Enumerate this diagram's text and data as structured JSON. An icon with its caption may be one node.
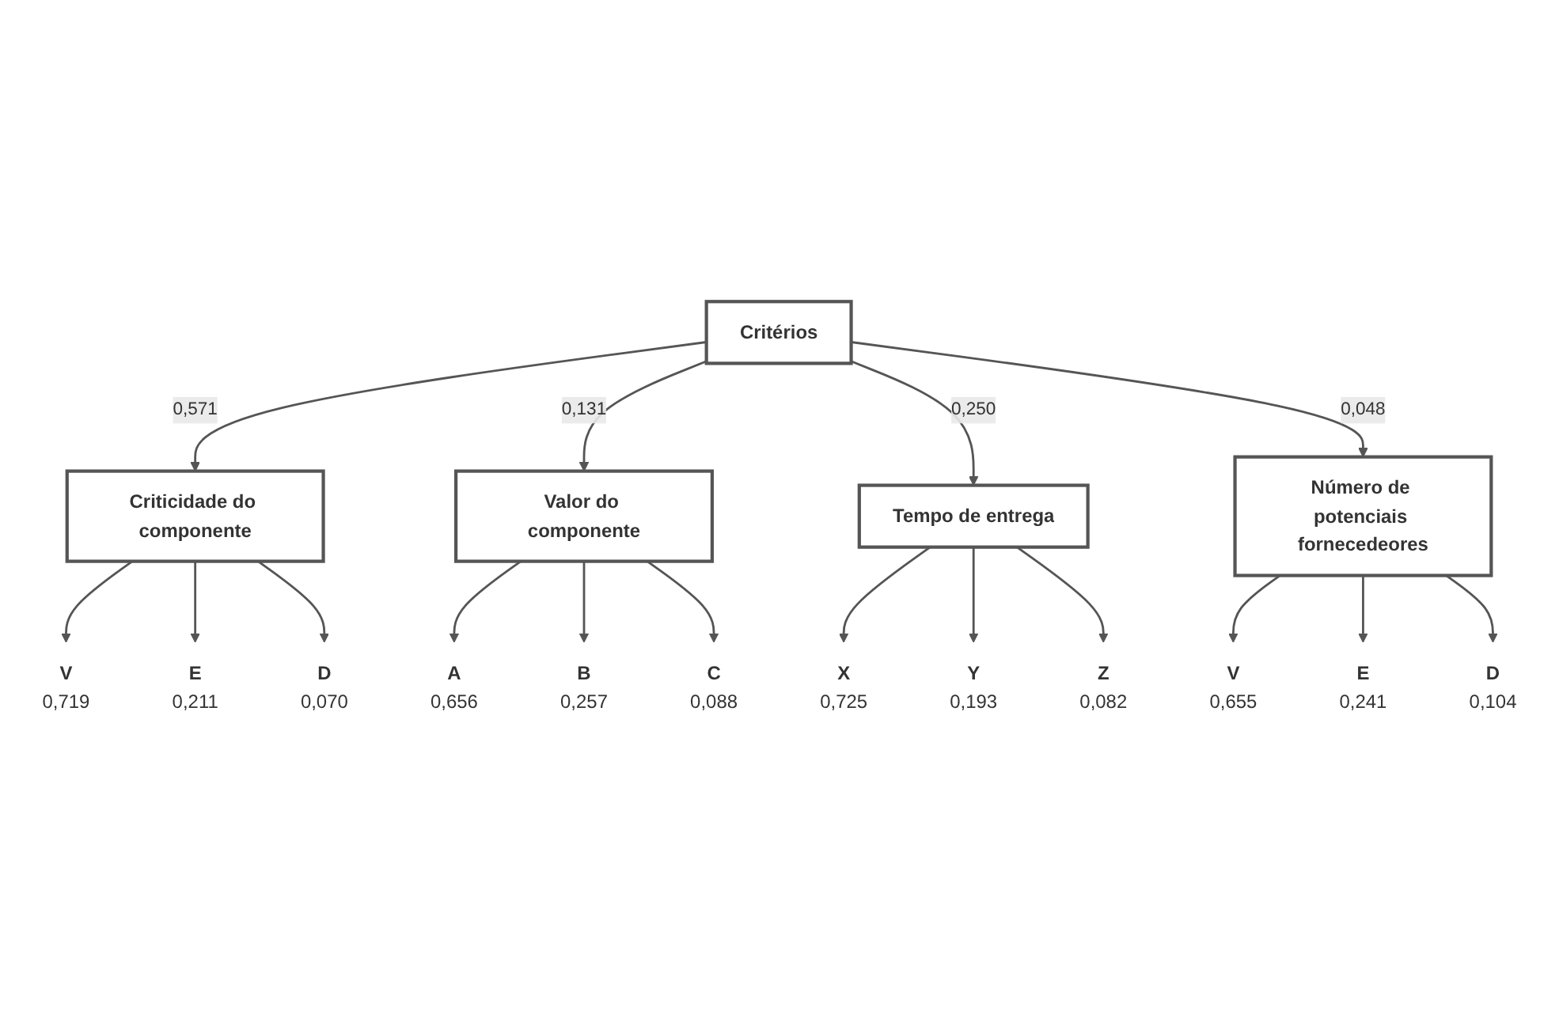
{
  "diagram": {
    "nodes": [
      {
        "text": [
          "Critérios"
        ]
      },
      {
        "text": [
          "Criticidade do componente"
        ]
      },
      {
        "text": [
          "Valor do componente"
        ]
      },
      {
        "text": [
          "Tempo de entrega"
        ]
      },
      {
        "text": [
          "Número de potenciais fornecedeores"
        ]
      },
      {
        "text": [
          "V"
        ],
        "beside": [
          "0,719"
        ]
      },
      {
        "text": [
          "E"
        ],
        "beside": [
          "0,211"
        ]
      },
      {
        "text": [
          "D"
        ],
        "beside": [
          "0,070"
        ]
      },
      {
        "text": [
          "A"
        ],
        "beside": [
          "0,656"
        ]
      },
      {
        "text": [
          "B"
        ],
        "beside": [
          "0,257"
        ]
      },
      {
        "text": [
          "C"
        ],
        "beside": [
          "0,088"
        ]
      },
      {
        "text": [
          "X"
        ],
        "beside": [
          "0,725"
        ]
      },
      {
        "text": [
          "Y"
        ],
        "beside": [
          "0,193"
        ]
      },
      {
        "text": [
          "Z"
        ],
        "beside": [
          "0,082"
        ]
      },
      {
        "text": [
          "V"
        ],
        "beside": [
          "0,655"
        ]
      },
      {
        "text": [
          "E"
        ],
        "beside": [
          "0,241"
        ]
      },
      {
        "text": [
          "D"
        ],
        "beside": [
          "0,104"
        ]
      }
    ],
    "edges": [
      {
        "from": 0,
        "to": 1,
        "arrow": "to",
        "label": "0,571"
      },
      {
        "from": 0,
        "to": 2,
        "arrow": "to",
        "label": "0,131"
      },
      {
        "from": 0,
        "to": 3,
        "arrow": "to",
        "label": "0,250"
      },
      {
        "from": 0,
        "to": 4,
        "arrow": "to",
        "label": "0,048"
      },
      {
        "from": 1,
        "to": 5,
        "arrow": "to"
      },
      {
        "from": 1,
        "to": 6,
        "arrow": "to"
      },
      {
        "from": 1,
        "to": 7,
        "arrow": "to"
      },
      {
        "from": 2,
        "to": 8,
        "arrow": "to"
      },
      {
        "from": 2,
        "to": 9,
        "arrow": "to"
      },
      {
        "from": 2,
        "to": 10,
        "arrow": "to"
      },
      {
        "from": 3,
        "to": 11,
        "arrow": "to"
      },
      {
        "from": 3,
        "to": 12,
        "arrow": "to"
      },
      {
        "from": 3,
        "to": 13,
        "arrow": "to"
      },
      {
        "from": 4,
        "to": 14,
        "arrow": "to"
      },
      {
        "from": 4,
        "to": 15,
        "arrow": "to"
      },
      {
        "from": 4,
        "to": 16,
        "arrow": "to"
      }
    ]
  }
}
